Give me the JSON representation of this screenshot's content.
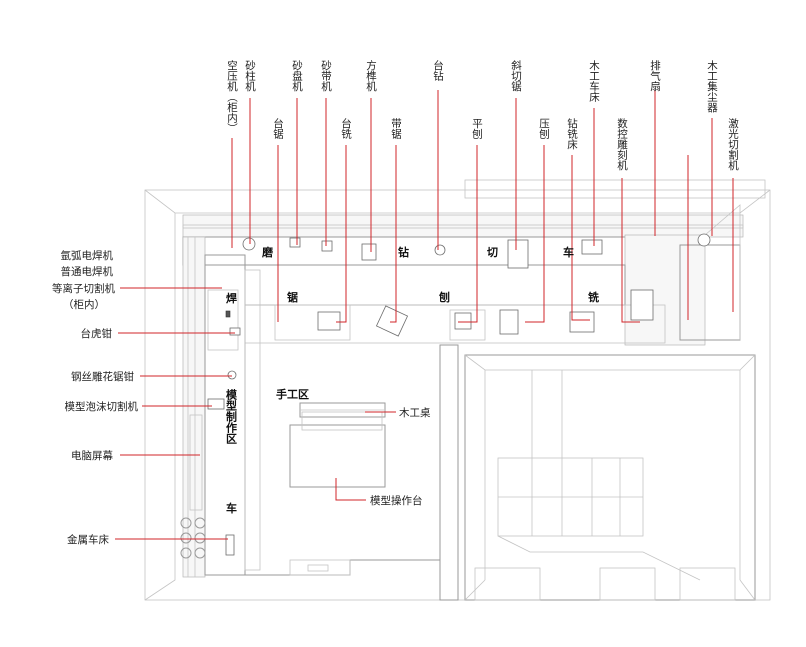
{
  "top_labels": [
    "空压机（柜内）",
    "砂柱机",
    "台锯",
    "砂盘机",
    "砂带机",
    "台铣",
    "方榫机",
    "带锯",
    "台钻",
    "平刨",
    "斜切锯",
    "压刨",
    "钻铣床",
    "木工车床",
    "数控雕刻机",
    "排气扇",
    "木工集尘器",
    "激光切割机"
  ],
  "left_labels": [
    "氩弧电焊机",
    "普通电焊机",
    "等离子切割机",
    "（柜内）",
    "台虎钳",
    "钢丝雕花锯钳",
    "模型泡沫切割机",
    "电脑屏幕",
    "金属车床"
  ],
  "inner_labels": [
    "木工桌",
    "模型操作台"
  ],
  "zone_labels": {
    "mo": "磨",
    "zuan": "钻",
    "qie": "切",
    "che_top": "车",
    "ju": "锯",
    "bao": "刨",
    "xi": "铣",
    "han": "焊",
    "model_area": "模型制作区",
    "che_left": "车",
    "handwork": "手工区"
  },
  "colors": {
    "callout": "#d0242a",
    "line": "#9a9a9a"
  }
}
